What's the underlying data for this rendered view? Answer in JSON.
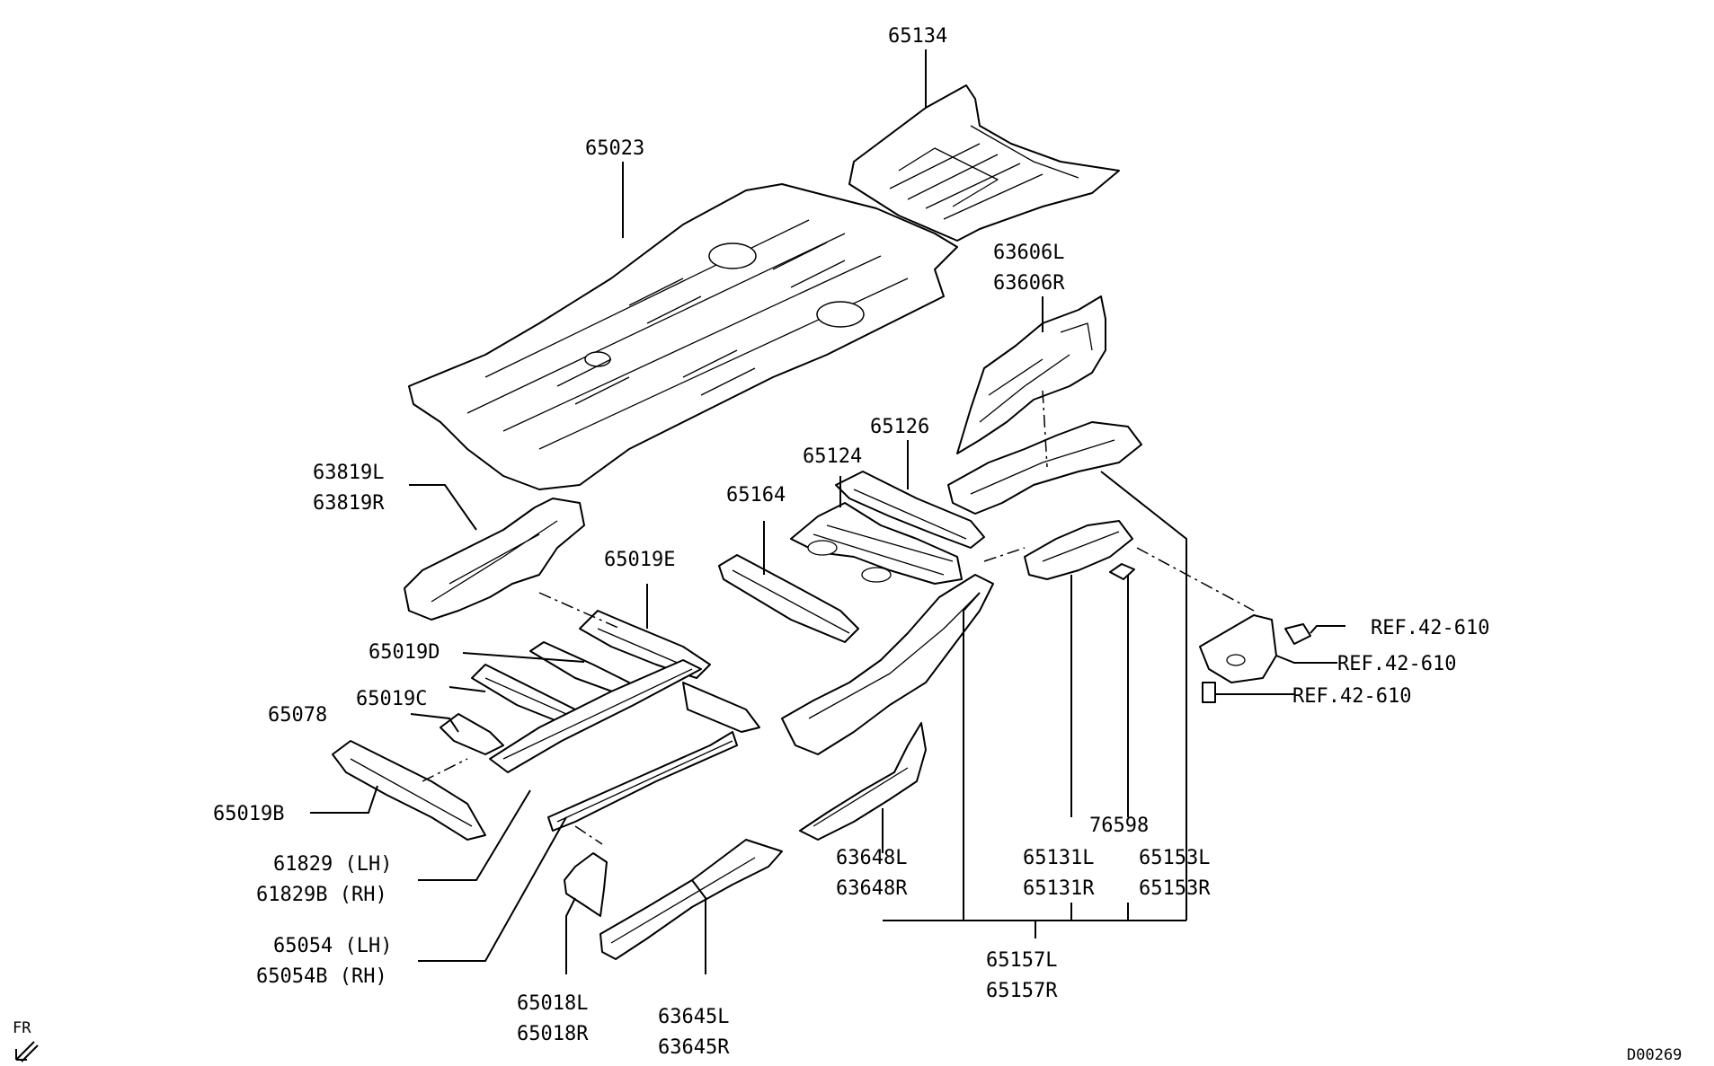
{
  "labels": {
    "p65134": "65134",
    "p65023": "65023",
    "p63606L": "63606L",
    "p63606R": "63606R",
    "p65126": "65126",
    "p65124": "65124",
    "p65164": "65164",
    "p63819L": "63819L",
    "p63819R": "63819R",
    "p65019E": "65019E",
    "p65019D": "65019D",
    "p65019C": "65019C",
    "p65078": "65078",
    "p65019B": "65019B",
    "p61829": "61829 (LH)",
    "p61829B": "61829B (RH)",
    "p65054": "65054 (LH)",
    "p65054B": "65054B (RH)",
    "p65018L": "65018L",
    "p65018R": "65018R",
    "p63645L": "63645L",
    "p63645R": "63645R",
    "p63648L": "63648L",
    "p63648R": "63648R",
    "p65131L": "65131L",
    "p65131R": "65131R",
    "p76598": "76598",
    "p65153L": "65153L",
    "p65153R": "65153R",
    "p65157L": "65157L",
    "p65157R": "65157R",
    "ref1": "REF.42-610",
    "ref2": "REF.42-610",
    "ref3": "REF.42-610"
  },
  "orientation": {
    "label": "FR",
    "icon": "front-direction-arrow-icon"
  },
  "diagram_id": "D00269"
}
